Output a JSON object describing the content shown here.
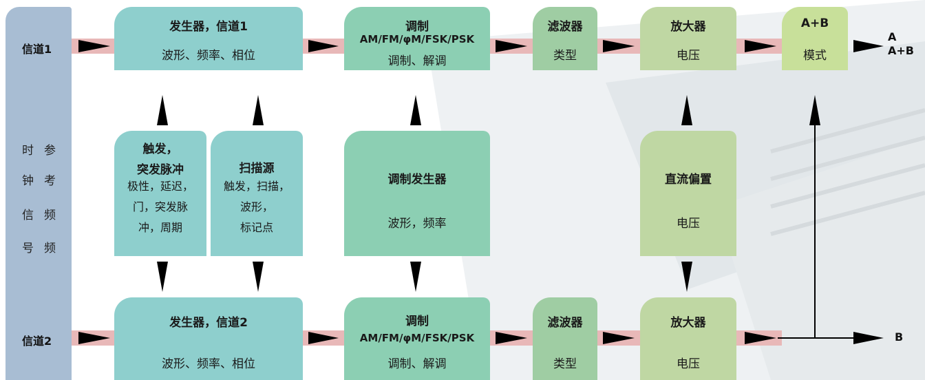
{
  "reference": {
    "col_left": [
      "时",
      "钟",
      "信",
      "号"
    ],
    "col_right": [
      "参",
      "考",
      "频",
      "频"
    ]
  },
  "channel1_label": "信道1",
  "channel2_label": "信道2",
  "gen1": {
    "title": "发生器，信道1",
    "sub": "波形、频率、相位"
  },
  "mod1": {
    "title": "调制",
    "title2": "AM/FM/φM/FSK/PSK",
    "sub": "调制、解调"
  },
  "filter1": {
    "title": "滤波器",
    "sub": "类型"
  },
  "amp1": {
    "title": "放大器",
    "sub": "电压"
  },
  "sum": {
    "title": "A+B",
    "sub": "模式"
  },
  "out_a": "A",
  "out_ab": "A+B",
  "trigger": {
    "title1": "触发，",
    "title2": "突发脉冲",
    "lines": [
      "极性，延迟，",
      "门，突发脉",
      "冲，周期"
    ]
  },
  "sweep": {
    "title": "扫描源",
    "lines": [
      "触发，扫描，",
      "波形，",
      "标记点"
    ]
  },
  "modgen": {
    "title": "调制发生器",
    "sub": "波形，频率"
  },
  "dcbias": {
    "title": "直流偏置",
    "sub": "电压"
  },
  "gen2": {
    "title": "发生器，信道2",
    "sub": "波形、频率、相位"
  },
  "mod2": {
    "title": "调制",
    "title2": "AM/FM/φM/FSK/PSK",
    "sub": "调制、解调"
  },
  "filter2": {
    "title": "滤波器",
    "sub": "类型"
  },
  "amp2": {
    "title": "放大器",
    "sub": "电压"
  },
  "out_b": "B",
  "colors": {
    "teal": "#8ecfcd",
    "green": "#8ccfb3",
    "olive": "#bfd7a3",
    "lime": "#c8e09a",
    "ref": "#a8bdd3",
    "arrow_band": "#e8b8b8"
  }
}
